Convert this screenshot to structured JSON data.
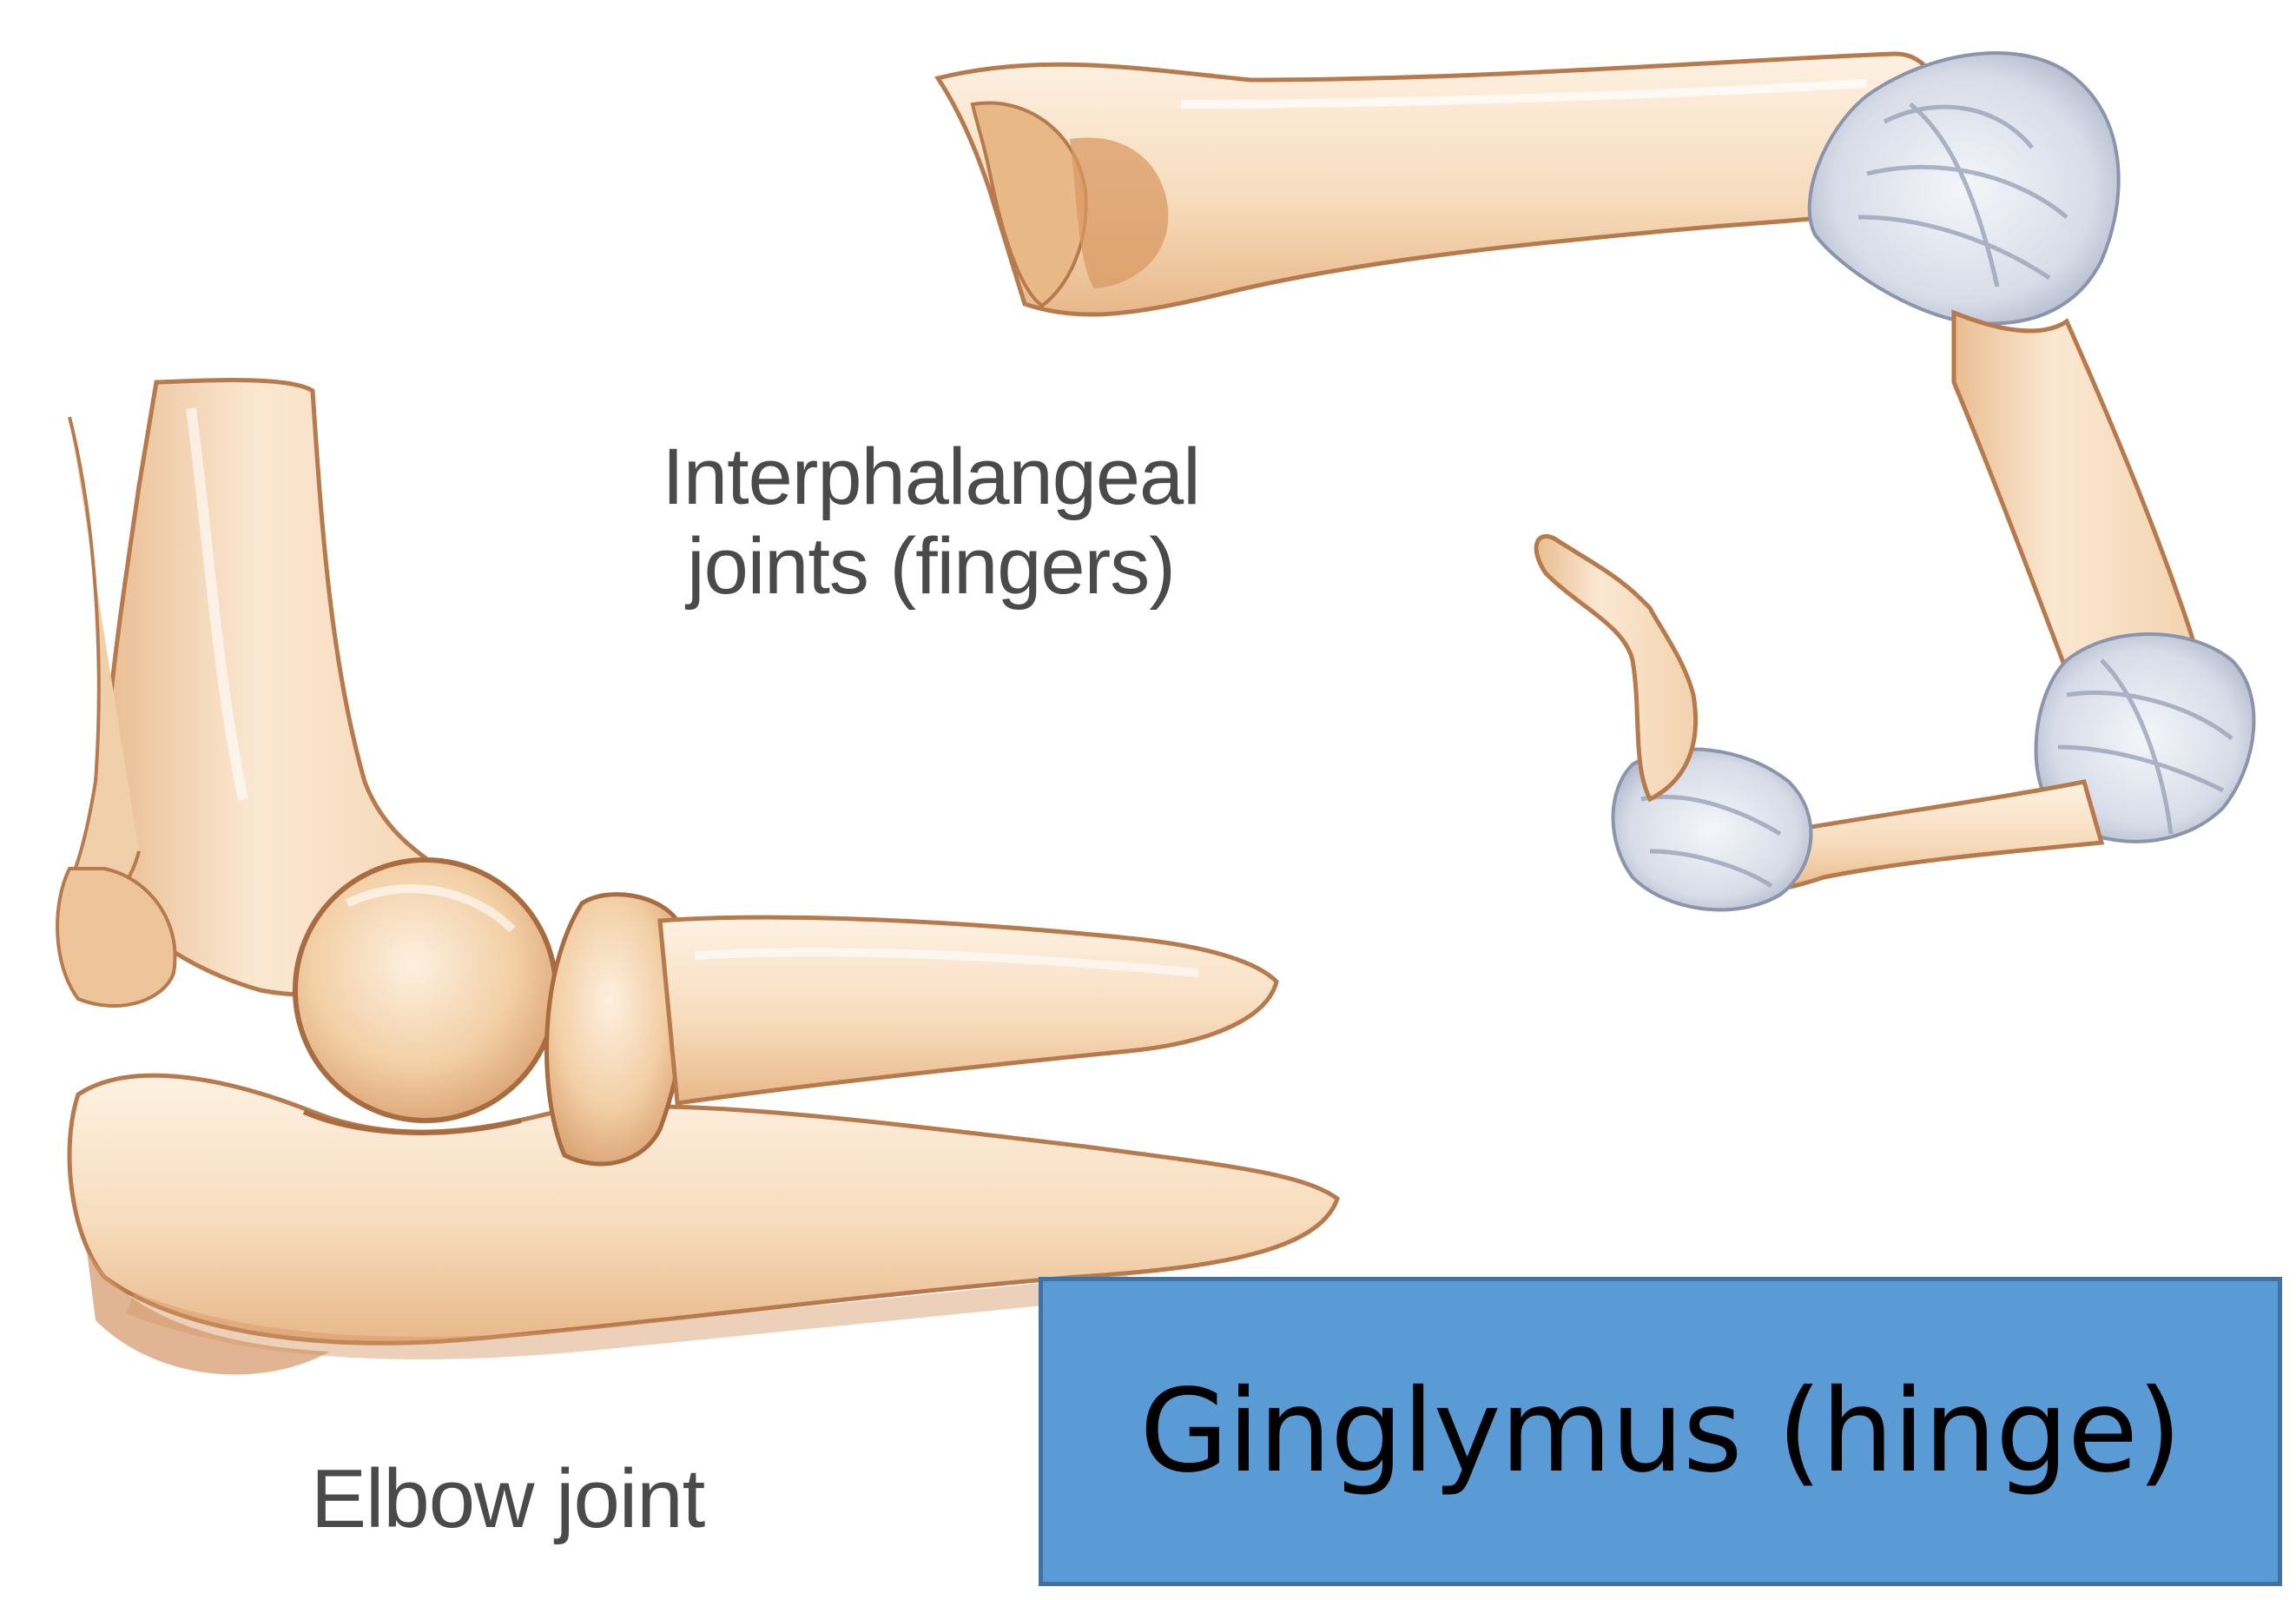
{
  "labels": {
    "interphalangeal_line1": "Interphalangeal",
    "interphalangeal_line2": "joints (fingers)",
    "elbow": "Elbow joint"
  },
  "title": "Ginglymus (hinge)",
  "colors": {
    "bone_light": "#fbe8d2",
    "bone_mid": "#f1c9a0",
    "bone_shadow": "#d49666",
    "bone_outline": "#b77a4d",
    "cartilage": "#dfe4ee",
    "cartilage_shadow": "#9aa3b8",
    "title_box": "#5b9bd5",
    "title_border": "#41719c"
  }
}
